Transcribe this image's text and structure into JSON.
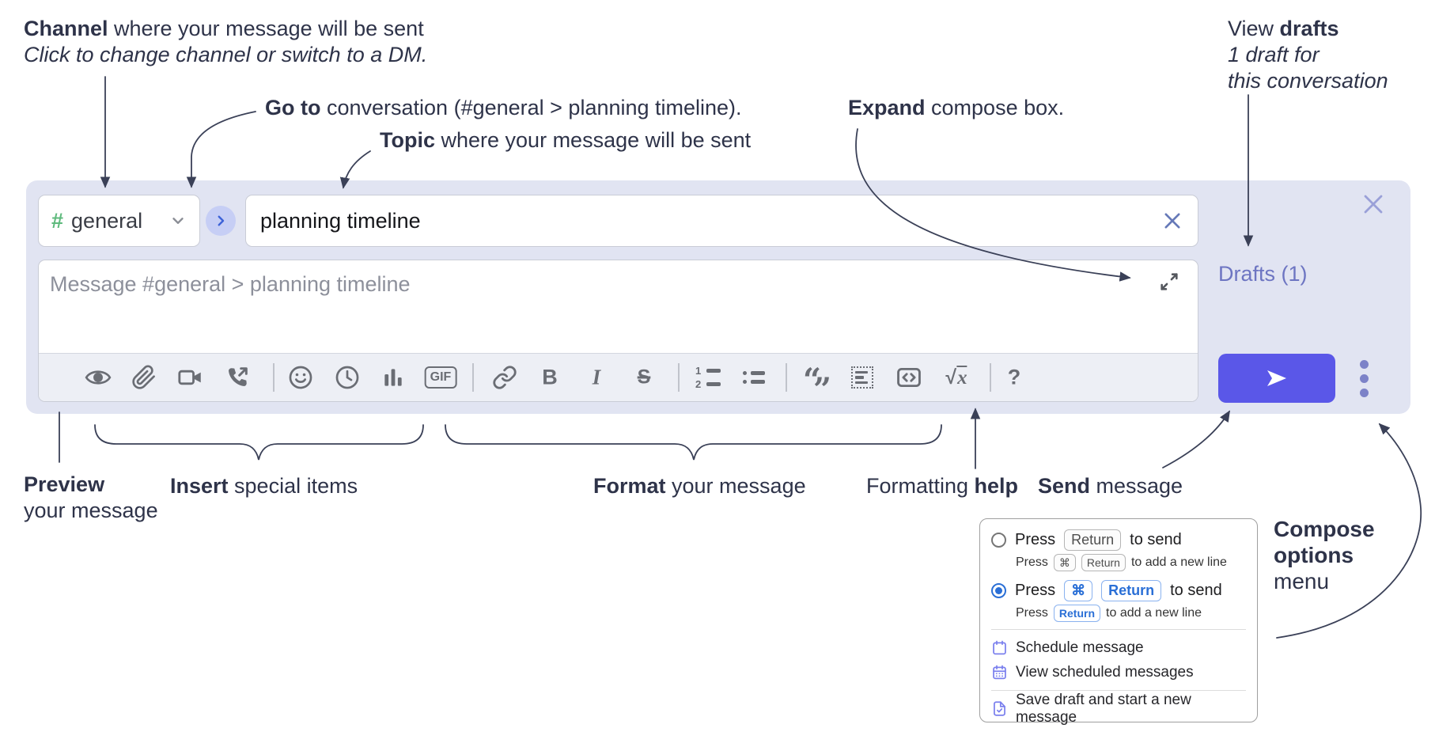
{
  "colors": {
    "send_button": "#5a57e8",
    "container": "#e1e4f2",
    "accent_blue": "#2a6fd6",
    "drafts_link": "#6d75c2",
    "hash_green": "#5fba7d",
    "annotation_text": "#2e3349"
  },
  "annotations": {
    "channel": {
      "bold": "Channel",
      "rest": " where your message will be sent",
      "italic": "Click to change channel or switch to a DM."
    },
    "goto": {
      "bold": "Go to",
      "rest": " conversation (#general > planning timeline)."
    },
    "topic": {
      "bold": "Topic",
      "rest": " where your message will be sent"
    },
    "expand": {
      "bold": "Expand",
      "rest": " compose box."
    },
    "drafts": {
      "pre": "View ",
      "bold": "drafts",
      "italic1": "1 draft for",
      "italic2": "this conversation"
    },
    "preview": {
      "bold": "Preview",
      "rest": "your message"
    },
    "insert": {
      "bold": "Insert",
      "rest": " special items"
    },
    "format": {
      "bold": "Format",
      "rest": " your message"
    },
    "help": {
      "pre": "Formatting ",
      "bold": "help"
    },
    "send": {
      "bold": "Send",
      "rest": " message"
    },
    "compose_menu": {
      "bold1": "Compose",
      "bold2": "options",
      "rest": "menu"
    }
  },
  "compose": {
    "channel_hash": "#",
    "channel_name": "general",
    "topic_value": "planning timeline",
    "message_placeholder": "Message #general > planning timeline",
    "drafts_label": "Drafts (1)",
    "toolbar": {
      "gif": "GIF",
      "bold": "B",
      "italic": "I",
      "strike": "S",
      "ol1": "1",
      "ol2": "2",
      "quote_open": "“",
      "quote_close": "”",
      "sqrt": "√",
      "sqrt_x": "x",
      "help": "?"
    }
  },
  "popup": {
    "options": [
      {
        "pre": "Press",
        "key1": "Return",
        "post": "to send",
        "sub_pre": "Press",
        "sub_key1": "⌘",
        "sub_key2": "Return",
        "sub_post": "to add a new line"
      },
      {
        "pre": "Press",
        "key1": "⌘",
        "key2": "Return",
        "post": "to send",
        "sub_pre": "Press",
        "sub_key1": "Return",
        "sub_post": "to add a new line"
      }
    ],
    "items": [
      {
        "label": "Schedule message"
      },
      {
        "label": "View scheduled messages"
      },
      {
        "label": "Save draft and start a new message"
      }
    ]
  }
}
